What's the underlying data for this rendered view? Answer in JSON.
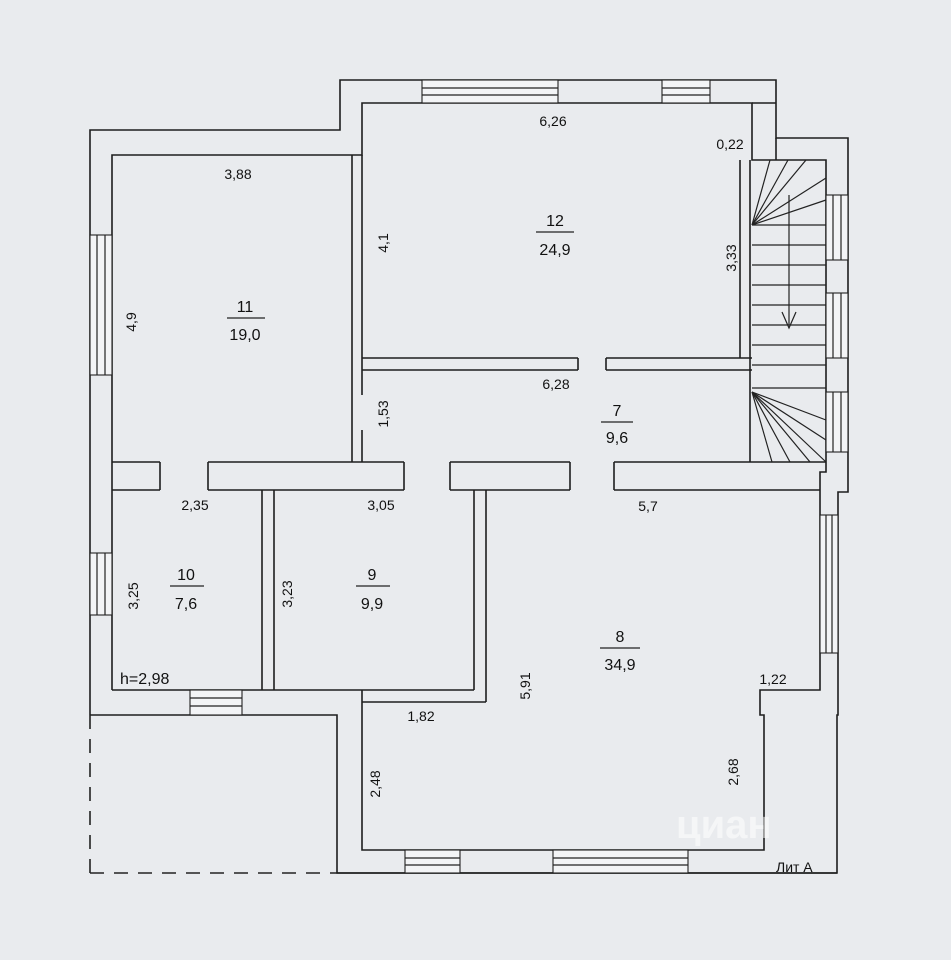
{
  "rooms": [
    {
      "number": "11",
      "area": "19,0"
    },
    {
      "number": "12",
      "area": "24,9"
    },
    {
      "number": "7",
      "area": "9,6"
    },
    {
      "number": "10",
      "area": "7,6"
    },
    {
      "number": "9",
      "area": "9,9"
    },
    {
      "number": "8",
      "area": "34,9"
    }
  ],
  "dimensions": {
    "d_6_26": "6,26",
    "d_0_22": "0,22",
    "d_3_88": "3,88",
    "d_4_1": "4,1",
    "d_3_33": "3,33",
    "d_4_9": "4,9",
    "d_6_28": "6,28",
    "d_1_53": "1,53",
    "d_2_35": "2,35",
    "d_3_05": "3,05",
    "d_5_7": "5,7",
    "d_3_25": "3,25",
    "d_3_23": "3,23",
    "d_5_91": "5,91",
    "d_1_22": "1,22",
    "d_1_82": "1,82",
    "d_2_48": "2,48",
    "d_2_68": "2,68"
  },
  "ceiling_height": "h=2,98",
  "building_label": "Лит А",
  "watermark": "циан"
}
